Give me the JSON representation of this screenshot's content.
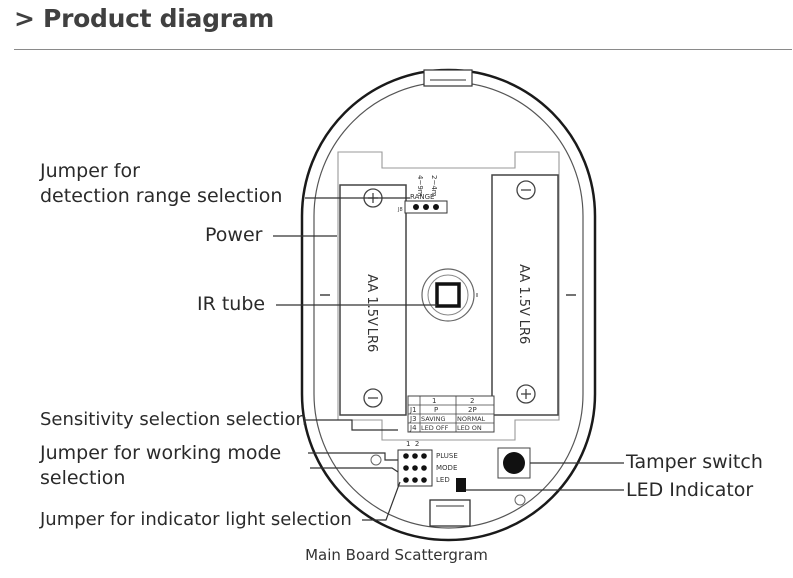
{
  "header": {
    "title": "> Product diagram"
  },
  "callouts": {
    "jumper_range_line1": "Jumper for",
    "jumper_range_line2": "detection range selection",
    "power": "Power",
    "ir_tube": "IR tube",
    "sensitivity": "Sensitivity selection selection",
    "working_mode_line1": "Jumper for working mode",
    "working_mode_line2": "selection",
    "indicator_jumper": "Jumper for indicator light selection",
    "tamper_switch": "Tamper switch",
    "led_indicator": "LED Indicator"
  },
  "board": {
    "battery_label_line1": "AA 1.5V",
    "battery_label_line2": "LR6",
    "range_label": "RANGE",
    "range_opt1": "4~9m",
    "range_opt2": "2~4m",
    "range_pin": "J8",
    "table": {
      "head": [
        "",
        "1",
        "2"
      ],
      "row1": [
        "J1",
        "P",
        "2P"
      ],
      "row2": [
        "J3",
        "SAVING",
        "NORMAL"
      ],
      "row3": [
        "J4",
        "LED OFF",
        "LED ON"
      ]
    },
    "jumper_cols": "1  2",
    "jumper_rows": [
      "PLUSE",
      "MODE",
      "LED"
    ]
  },
  "caption": "Main Board Scattergram"
}
